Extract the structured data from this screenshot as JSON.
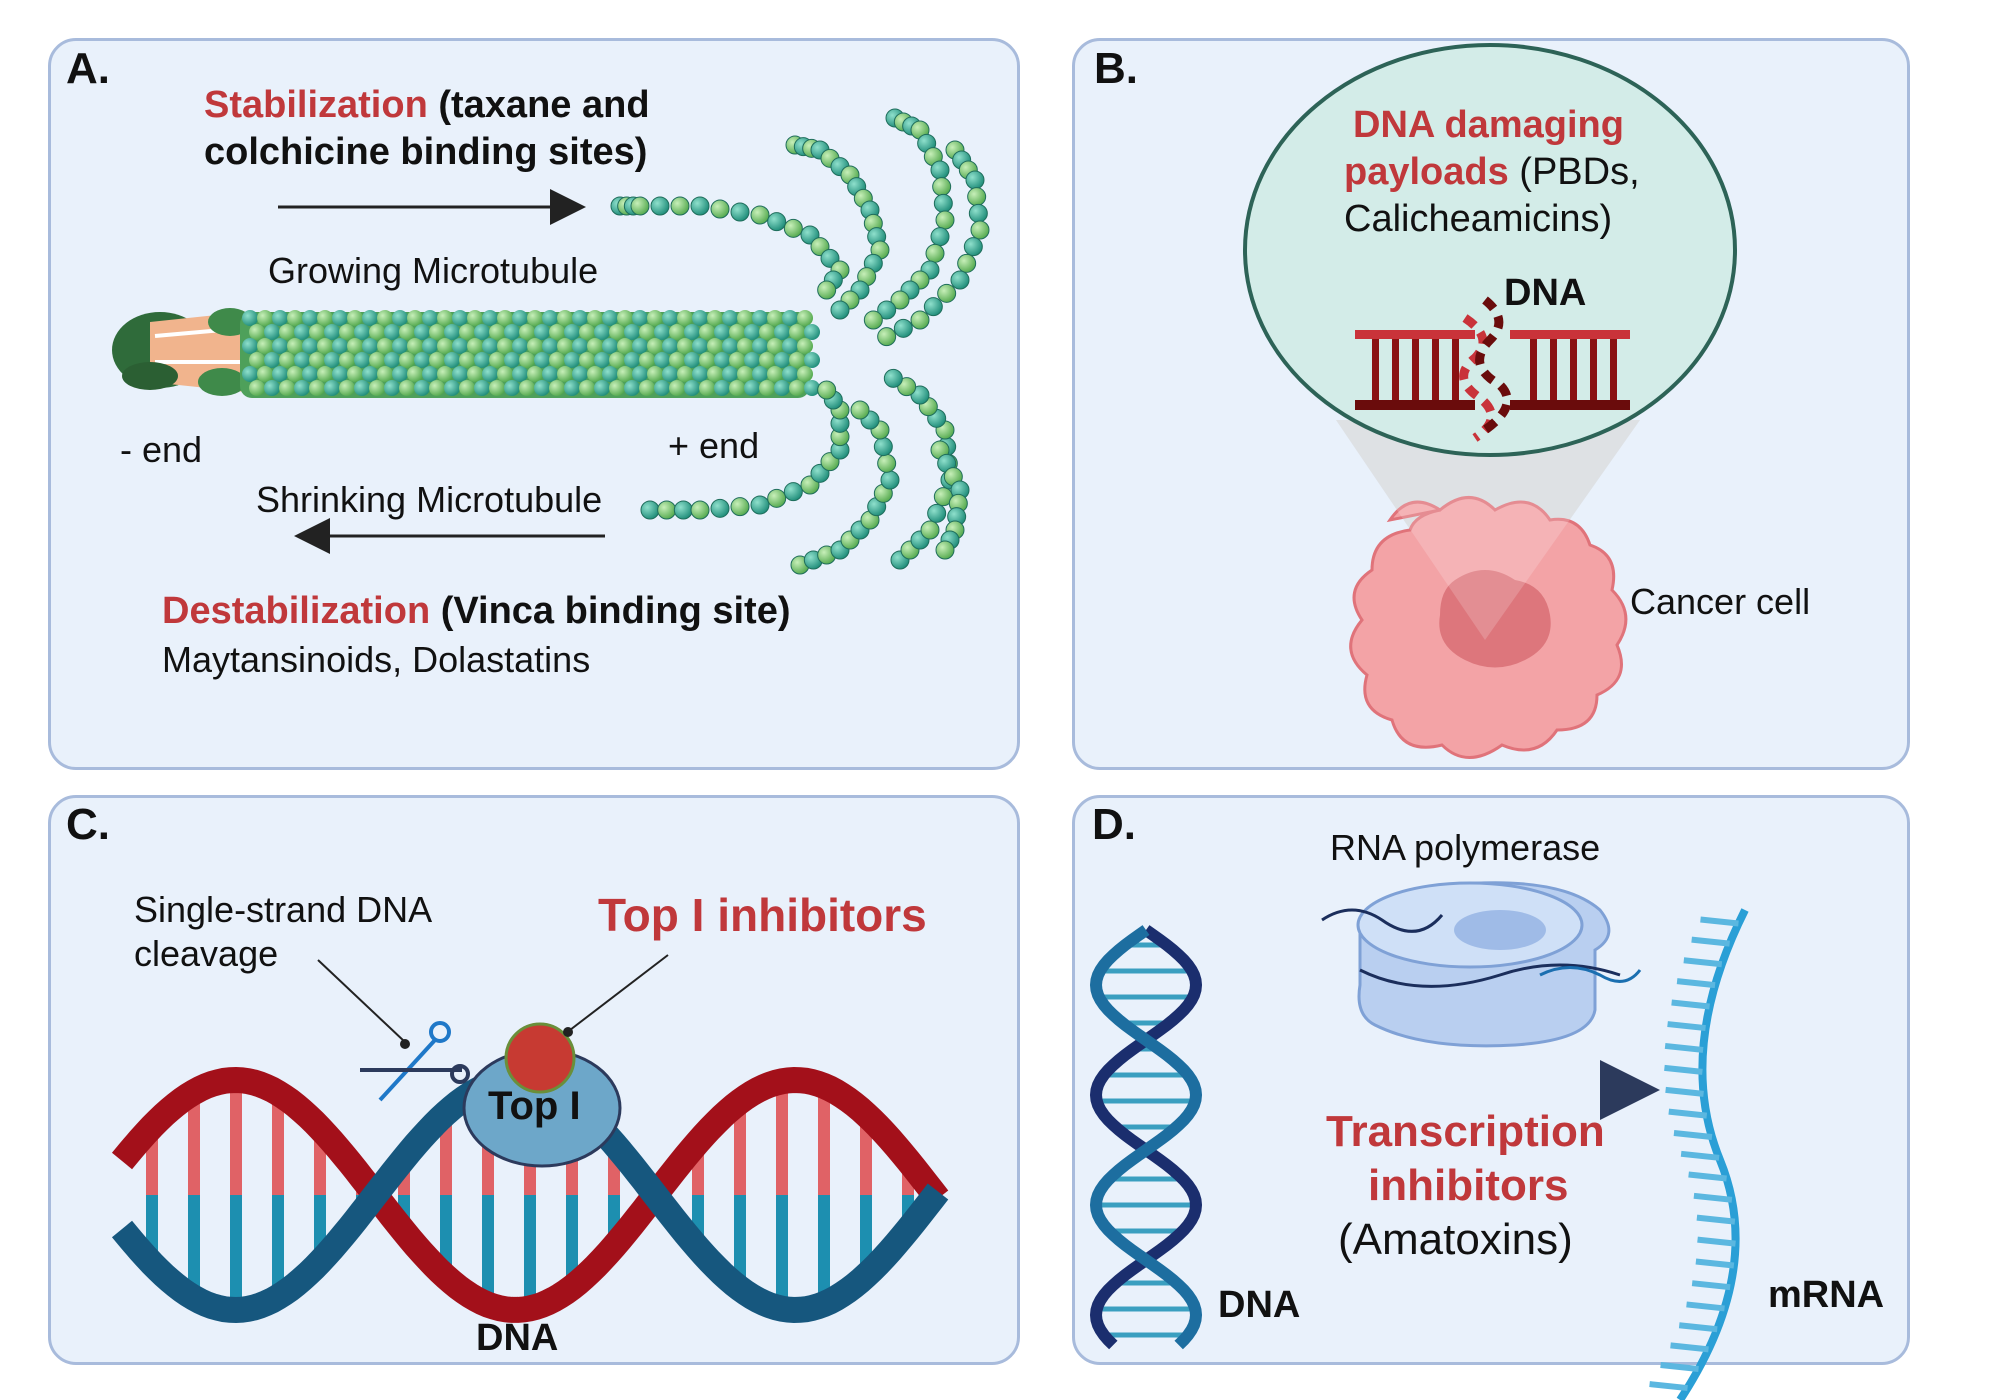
{
  "panels": {
    "a": {
      "letter": "A.",
      "stab_red": "Stabilization",
      "stab_rest": " (taxane and",
      "stab_line2": "colchicine binding sites)",
      "growing": "Growing Microtubule",
      "minus_end": "- end",
      "plus_end": "+ end",
      "shrinking": "Shrinking Microtubule",
      "destab_red": "Destabilization",
      "destab_rest": " (Vinca binding site)",
      "destab_line2": "Maytansinoids, Dolastatins"
    },
    "b": {
      "letter": "B.",
      "dna_red_1": "DNA damaging",
      "dna_red_2": "payloads",
      "dna_rest_2": " (PBDs,",
      "dna_line3": "Calicheamicins)",
      "dna_label": "DNA",
      "cancer_cell": "Cancer cell"
    },
    "c": {
      "letter": "C.",
      "ss_line1": "Single-strand DNA",
      "ss_line2": "cleavage",
      "top_inhibitors": "Top I inhibitors",
      "top_label": "Top I",
      "dna_label": "DNA"
    },
    "d": {
      "letter": "D.",
      "rna_pol": "RNA polymerase",
      "trans_line1": "Transcription",
      "trans_line2": "inhibitors",
      "trans_line3": "(Amatoxins)",
      "dna_label": "DNA",
      "mrna_label": "mRNA"
    }
  },
  "colors": {
    "panel_bg": "#e9f1fb",
    "panel_border": "#a8bbdc",
    "accent_red": "#c0383b",
    "microtubule_green": "#6fc26a",
    "microtubule_teal": "#2aa08a",
    "dna_blue": "#16577e",
    "dna_red": "#a3101a",
    "cell_pink": "#f3a3a6"
  }
}
